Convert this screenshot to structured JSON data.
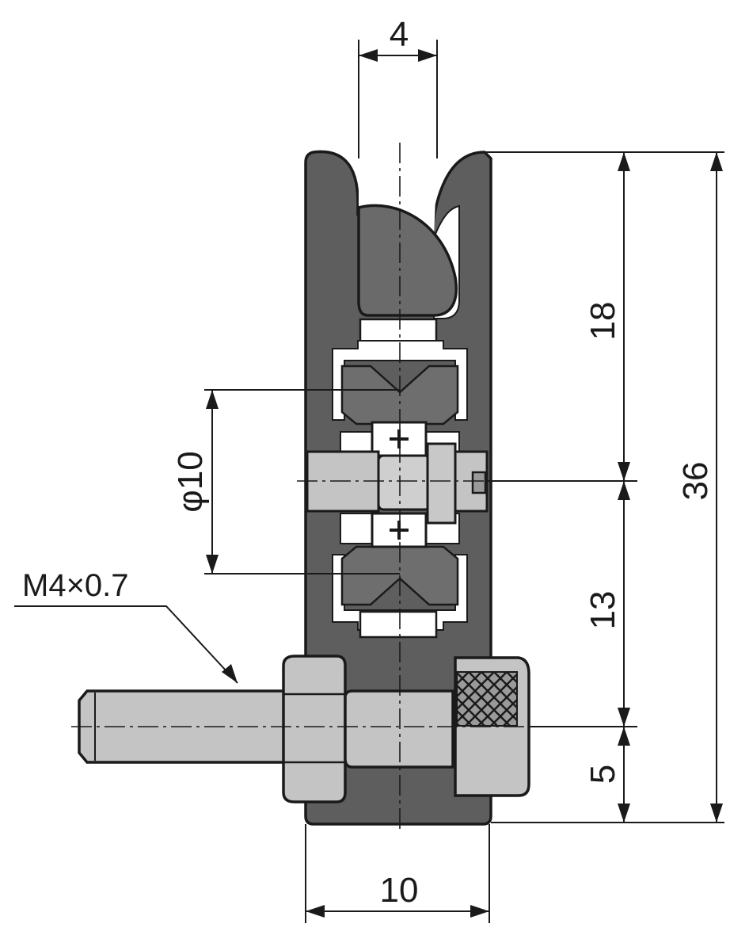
{
  "dimensions": {
    "groove_width": "4",
    "total_height": "36",
    "upper_height": "18",
    "middle_height": "13",
    "lower_height": "5",
    "bearing_diameter": "φ10",
    "body_width": "10"
  },
  "thread_label": "M4×0.7",
  "colors": {
    "body": "#5e5e5e",
    "steel": "#c4c4c4",
    "line": "#1a1a1a",
    "white": "#ffffff"
  }
}
